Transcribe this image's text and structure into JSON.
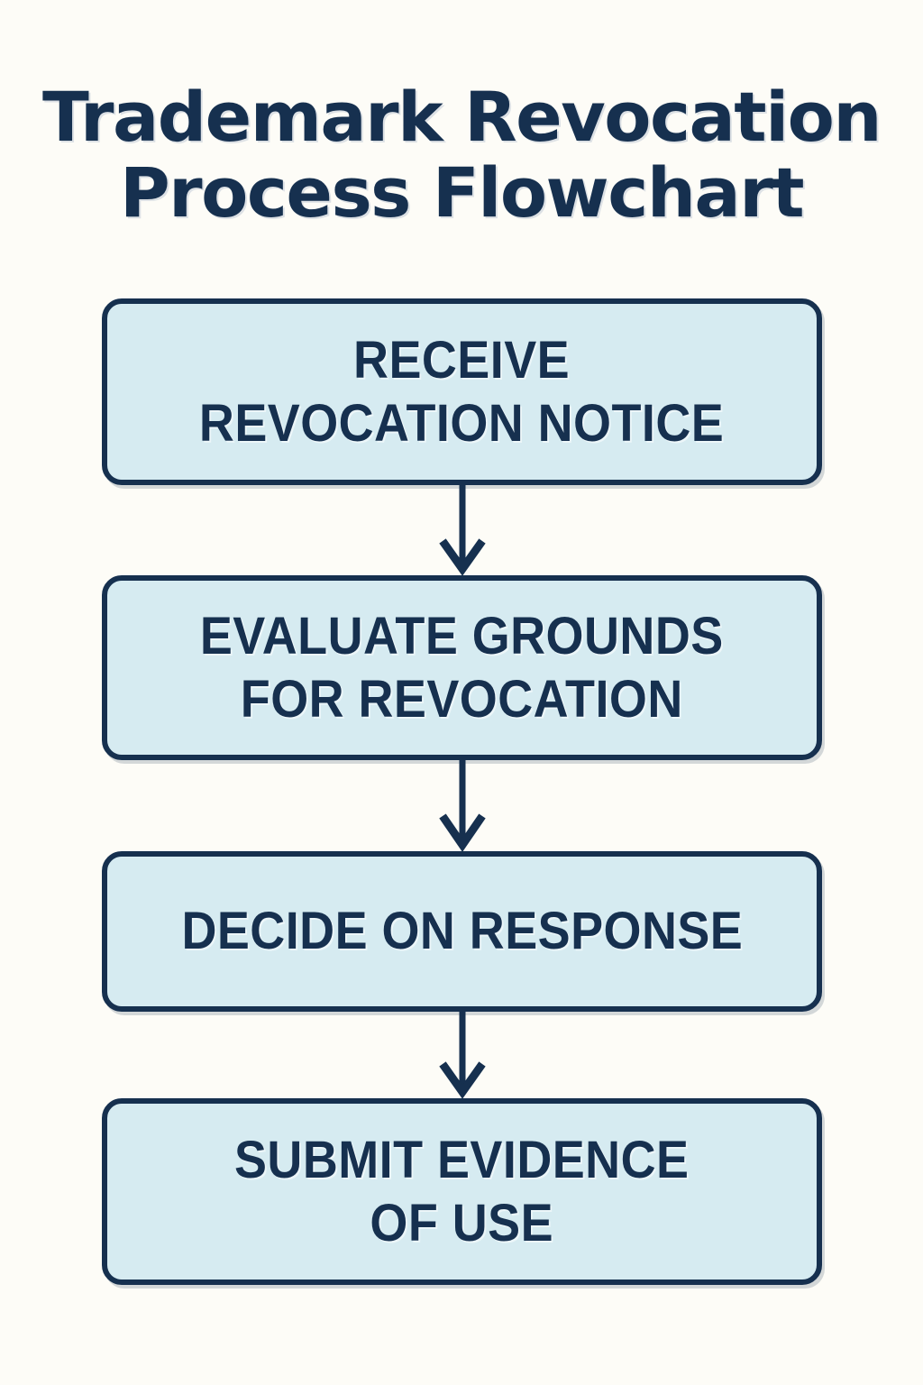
{
  "page": {
    "background_color": "#fdfcf7",
    "accent_navy": "#16304f",
    "box_fill": "#d6ebf1"
  },
  "title": {
    "full": "Trademark Revocation Process Flowchart",
    "line1": "Trademark Revocation",
    "line2": "Process Flowchart"
  },
  "chart_data": {
    "type": "diagram",
    "diagram_kind": "flowchart",
    "orientation": "vertical top-to-bottom",
    "title": "Trademark Revocation Process Flowchart",
    "node_shape": "rounded-rectangle",
    "node_fill": "#d6ebf1",
    "node_border": "#16304f",
    "text_color": "#16304f",
    "nodes": [
      {
        "id": "step-1",
        "order": 1,
        "label": "RECEIVE\nREVOCATION NOTICE",
        "lines": [
          "RECEIVE",
          "REVOCATION NOTICE"
        ]
      },
      {
        "id": "step-2",
        "order": 2,
        "label": "EVALUATE GROUNDS\nFOR REVOCATION",
        "lines": [
          "EVALUATE GROUNDS",
          "FOR REVOCATION"
        ]
      },
      {
        "id": "step-3",
        "order": 3,
        "label": "DECIDE ON RESPONSE",
        "lines": [
          "DECIDE ON RESPONSE"
        ]
      },
      {
        "id": "step-4",
        "order": 4,
        "label": "SUBMIT EVIDENCE\nOF USE",
        "lines": [
          "SUBMIT EVIDENCE",
          "OF USE"
        ]
      }
    ],
    "edges": [
      {
        "from": "step-1",
        "to": "step-2",
        "style": "solid-arrow-down",
        "label": ""
      },
      {
        "from": "step-2",
        "to": "step-3",
        "style": "solid-arrow-down",
        "label": ""
      },
      {
        "from": "step-3",
        "to": "step-4",
        "style": "solid-arrow-down",
        "label": ""
      }
    ]
  },
  "boxes": [
    {
      "label": "RECEIVE\nREVOCATION NOTICE"
    },
    {
      "label": "EVALUATE GROUNDS\nFOR REVOCATION"
    },
    {
      "label": "DECIDE ON RESPONSE"
    },
    {
      "label": "SUBMIT EVIDENCE\nOF USE"
    }
  ]
}
